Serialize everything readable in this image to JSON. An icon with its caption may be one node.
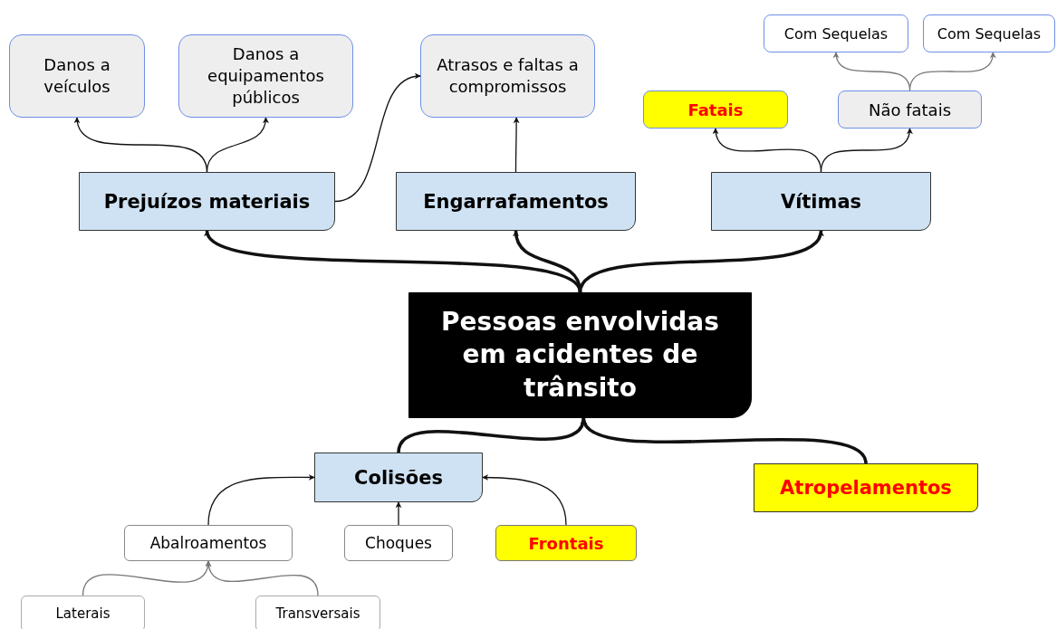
{
  "diagram": {
    "nodes": [
      {
        "text": [
          "Pessoas envolvidas em acidentes de trânsito"
        ]
      },
      {
        "text": [
          "Prejuízos materiais"
        ]
      },
      {
        "text": [
          "Engarrafamentos"
        ]
      },
      {
        "text": [
          "Vítimas"
        ]
      },
      {
        "text": [
          "Danos a veículos"
        ]
      },
      {
        "text": [
          "Danos a equipamentos públicos"
        ]
      },
      {
        "text": [
          "Atrasos e faltas a compromissos"
        ]
      },
      {
        "text": [
          "Fatais"
        ]
      },
      {
        "text": [
          "Não fatais"
        ]
      },
      {
        "text": [
          "Com Sequelas"
        ]
      },
      {
        "text": [
          "Com Sequelas"
        ]
      },
      {
        "text": [
          "Colisões"
        ]
      },
      {
        "text": [
          "Atropelamentos"
        ]
      },
      {
        "text": [
          "Abalroamentos"
        ]
      },
      {
        "text": [
          "Choques"
        ]
      },
      {
        "text": [
          "Frontais"
        ]
      },
      {
        "text": [
          "Laterais"
        ]
      },
      {
        "text": [
          "Transversais"
        ]
      }
    ],
    "edges": [
      {
        "from": 0,
        "to": 1,
        "arrow": "to",
        "style": "thick"
      },
      {
        "from": 0,
        "to": 2,
        "arrow": "to",
        "style": "thick"
      },
      {
        "from": 0,
        "to": 3,
        "arrow": "to",
        "style": "thick"
      },
      {
        "from": 1,
        "to": 4,
        "arrow": "to"
      },
      {
        "from": 1,
        "to": 5,
        "arrow": "to"
      },
      {
        "from": 1,
        "to": 6,
        "arrow": "to"
      },
      {
        "from": 2,
        "to": 6,
        "arrow": "to"
      },
      {
        "from": 3,
        "to": 7,
        "arrow": "to"
      },
      {
        "from": 3,
        "to": 8,
        "arrow": "to"
      },
      {
        "from": 8,
        "to": 9,
        "arrow": "to",
        "color": "#777777"
      },
      {
        "from": 8,
        "to": 10,
        "arrow": "to",
        "color": "#777777"
      },
      {
        "from": 11,
        "to": 0,
        "arrow": "to",
        "style": "thick"
      },
      {
        "from": 12,
        "to": 0,
        "arrow": "to",
        "style": "thick"
      },
      {
        "from": 13,
        "to": 11,
        "arrow": "to"
      },
      {
        "from": 14,
        "to": 11,
        "arrow": "to"
      },
      {
        "from": 15,
        "to": 11,
        "arrow": "to"
      },
      {
        "from": 16,
        "to": 13,
        "arrow": "to",
        "color": "#777777"
      },
      {
        "from": 17,
        "to": 13,
        "arrow": "to",
        "color": "#777777"
      }
    ]
  }
}
